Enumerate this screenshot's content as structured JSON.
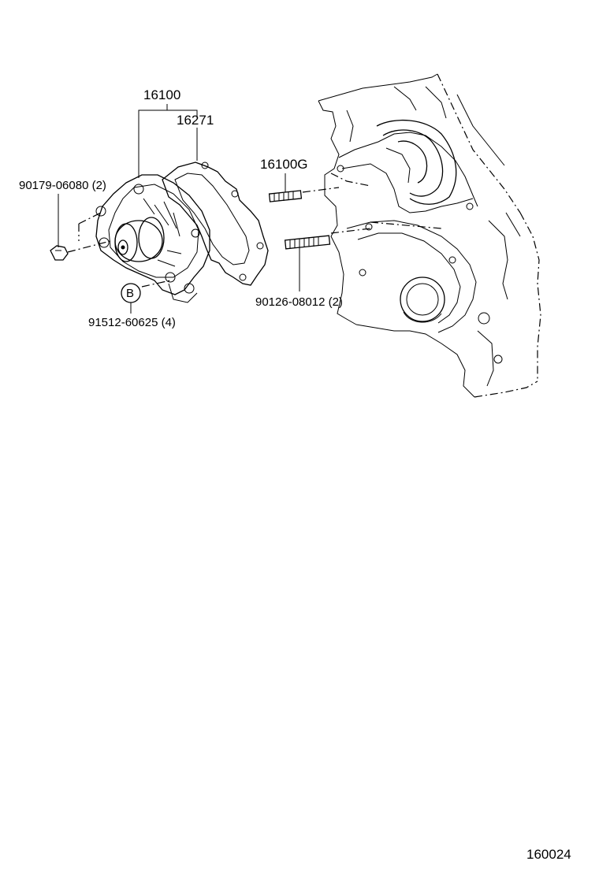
{
  "labels": {
    "assembly": "16100",
    "gasket": "16271",
    "stud_set": "16100G",
    "nut": "90179-06080 (2)",
    "stud": "90126-08012 (2)",
    "bolt": "91512-60625 (4)",
    "bolt_marker": "B",
    "figure_number": "160024"
  }
}
